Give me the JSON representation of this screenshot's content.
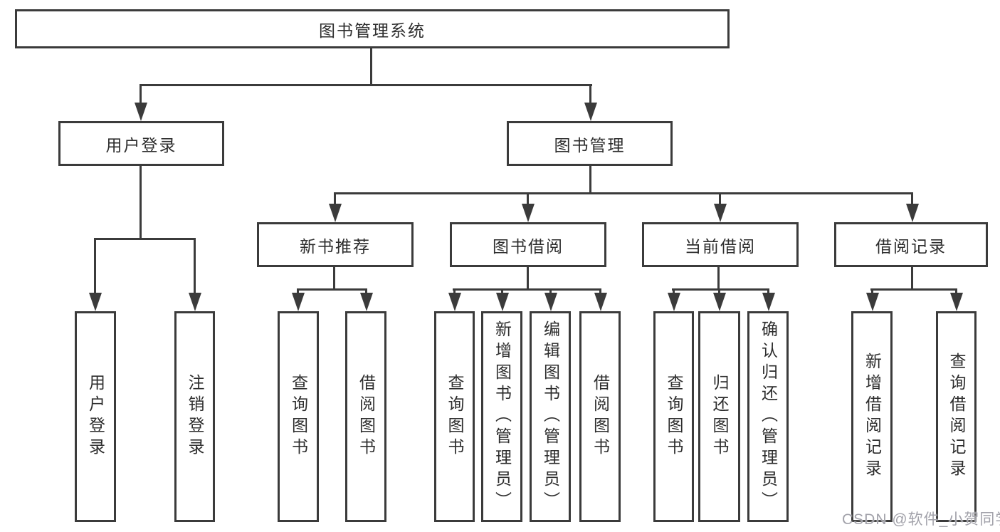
{
  "diagram": {
    "title": "图书管理系统",
    "root": {
      "label": "图书管理系统"
    },
    "level2": {
      "user_login": "用户登录",
      "book_mgmt": "图书管理"
    },
    "level3": {
      "new_books": "新书推荐",
      "book_borrow": "图书借阅",
      "current_borrow": "当前借阅",
      "borrow_records": "借阅记录"
    },
    "children": {
      "user_login": [
        "用户登录",
        "注销登录"
      ],
      "new_books": [
        "查询图书",
        "借阅图书"
      ],
      "book_borrow": [
        "查询图书",
        "新增图书（管理员）",
        "编辑图书（管理员）",
        "借阅图书"
      ],
      "current_borrow": [
        "查询图书",
        "归还图书",
        "确认归还（管理员）"
      ],
      "borrow_records": [
        "新增借阅记录",
        "查询借阅记录"
      ]
    },
    "watermark": "CSDN @软件_小贺同学",
    "colors": {
      "line": "#3b3b3b",
      "text": "#2d2d2d",
      "watermark": "#a2a2aa",
      "background": "#ffffff"
    }
  }
}
